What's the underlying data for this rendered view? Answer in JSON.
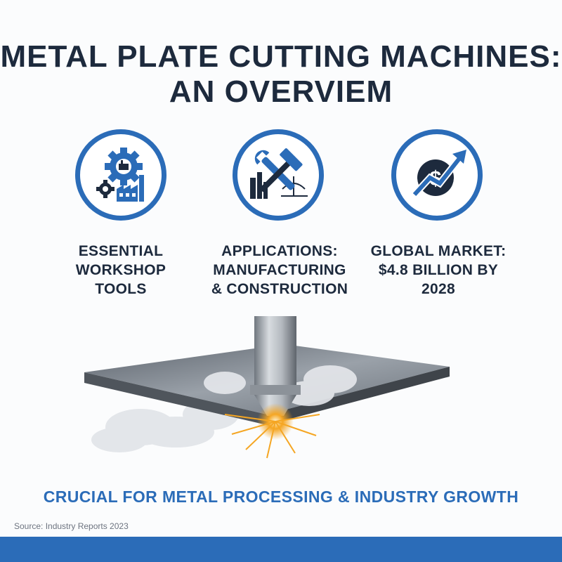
{
  "title": {
    "line1": "METAL PLATE CUTTING MACHINES:",
    "line2": "AN OVERVIEM"
  },
  "features": [
    {
      "icon": "gear-factory-icon",
      "lines": [
        "ESSENTIAL",
        "WORKSHOP",
        "TOOLS"
      ]
    },
    {
      "icon": "wrench-hammer-city-icon",
      "lines": [
        "APPLICATIONS:",
        "MANUFACTURING",
        "& CONSTRUCTION"
      ]
    },
    {
      "icon": "dollar-growth-arrow-icon",
      "lines": [
        "GLOBAL MARKET:",
        "$4.8 BILLION BY",
        "2028"
      ]
    }
  ],
  "tagline": "CRUCIAL FOR METAL PROCESSING & INDUSTRY GROWTH",
  "source": "Source: Industry Reports 2023",
  "colors": {
    "accent": "#2b6cb8",
    "dark": "#1d2a3d",
    "spark": "#f5a623"
  }
}
